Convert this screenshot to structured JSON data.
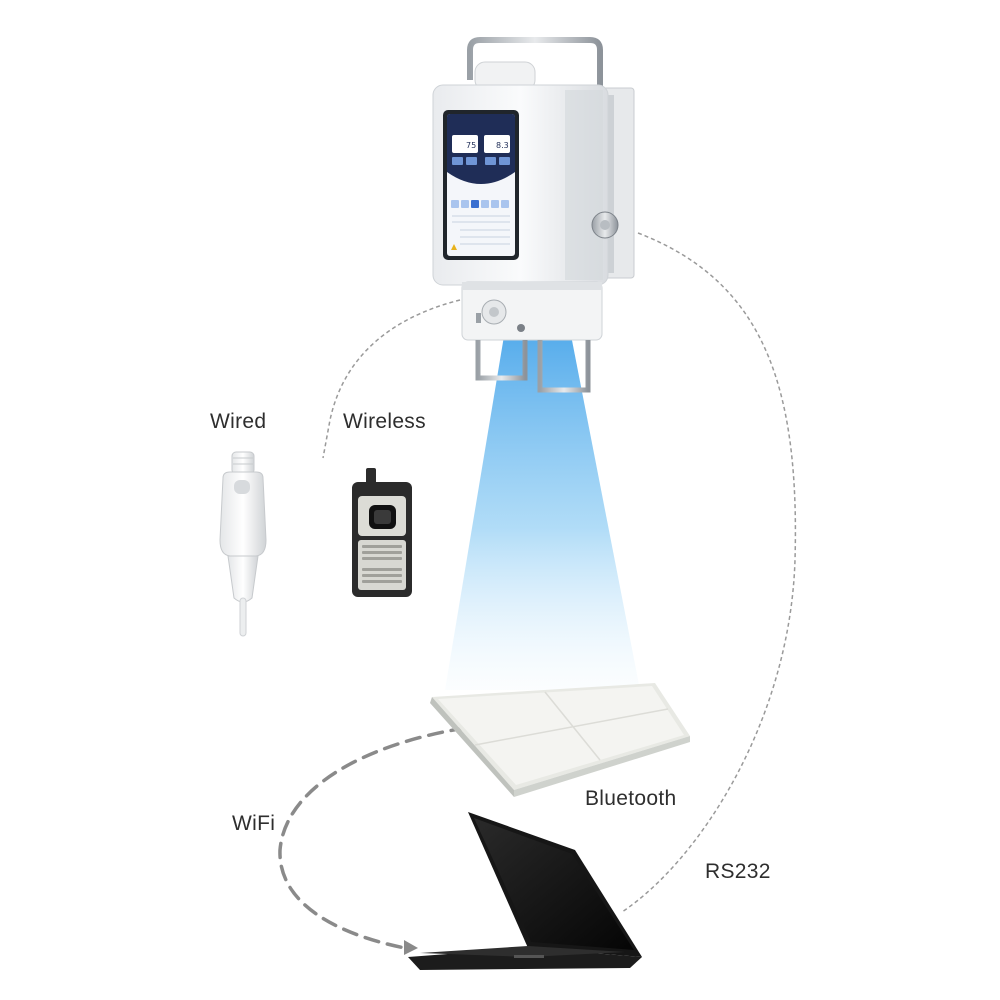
{
  "labels": {
    "wired": "Wired",
    "wireless": "Wireless",
    "bluetooth": "Bluetooth",
    "wifi": "WiFi",
    "rs232": "RS232"
  },
  "device_screen": {
    "value_left": "75",
    "value_right": "8.3"
  },
  "colors": {
    "beam": "#7ec4f2",
    "screen_header": "#1f2d57",
    "laptop": "#111111",
    "wired_link": "#9a9a9a",
    "wifi_link": "#8a8a8a"
  },
  "icons": [
    "xray-generator",
    "wired-hand-switch",
    "wireless-remote",
    "flat-panel-detector",
    "laptop"
  ]
}
